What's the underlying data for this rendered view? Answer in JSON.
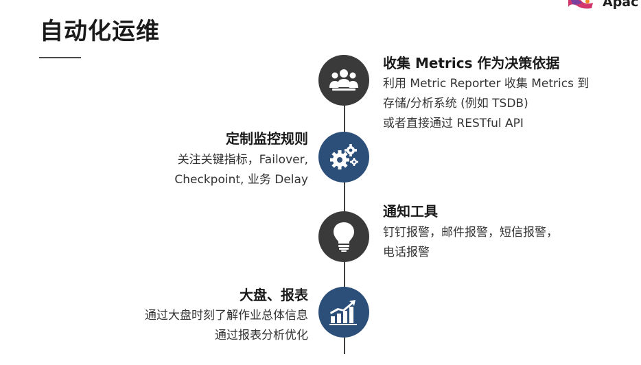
{
  "brand": {
    "logo_text": "Apac"
  },
  "slide": {
    "title": "自动化运维",
    "items": [
      {
        "icon": "people-icon",
        "heading": "收集 Metrics 作为决策依据",
        "lines": [
          "利用 Metric Reporter 收集 Metrics 到",
          "存储/分析系统 (例如 TSDB)",
          "或者直接通过 RESTful API"
        ]
      },
      {
        "icon": "gears-icon",
        "heading": "定制监控规则",
        "lines": [
          "关注关键指标，Failover,",
          "Checkpoint, 业务 Delay"
        ]
      },
      {
        "icon": "lightbulb-icon",
        "heading": "通知工具",
        "lines": [
          "钉钉报警，邮件报警，短信报警，",
          "电话报警"
        ]
      },
      {
        "icon": "bar-chart-icon",
        "heading": "大盘、报表",
        "lines": [
          "通过大盘时刻了解作业总体信息",
          "通过报表分析优化"
        ]
      }
    ]
  },
  "colors": {
    "node_dark": "#3a3a3a",
    "node_blue": "#2c4f7a",
    "timeline": "#3f3f3f"
  }
}
